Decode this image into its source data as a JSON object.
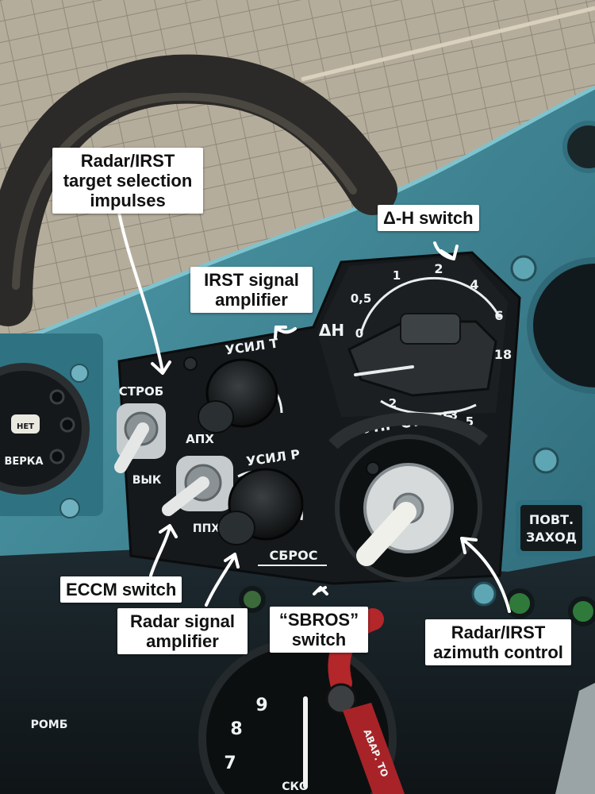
{
  "panel": {
    "strob": "СТРОБ",
    "vyk": "ВЫК",
    "apkh": "АПХ",
    "ppkh": "ППХ",
    "usil_t": "УСИЛ Т",
    "usil_r": "УСИЛ Р",
    "sbros": "СБРОС",
    "upr_strob": "УПР СТРОБ",
    "dh": "ΔН",
    "dh_scale": [
      "0",
      "0,5",
      "1",
      "2",
      "4",
      "6",
      "18"
    ],
    "dh_lower": [
      "2",
      "3",
      "5"
    ],
    "povt_1": "ПОВТ.",
    "povt_2": "ЗАХОД",
    "net": "НЕТ",
    "verka": "ВЕРКА",
    "romb": "РОМБ",
    "avar": "АВАР. ТО",
    "gauge_nums": [
      "9",
      "8",
      "7"
    ],
    "gauge_label": "СКО"
  },
  "callouts": {
    "radar_irst_selection": [
      "Radar/IRST",
      "target selection",
      "impulses"
    ],
    "dh_switch": [
      "Δ-H switch"
    ],
    "irst_amp": [
      "IRST signal",
      "amplifier"
    ],
    "eccm": [
      "ECCM switch"
    ],
    "radar_amp": [
      "Radar signal",
      "amplifier"
    ],
    "sbros": [
      "“SBROS”",
      "switch"
    ],
    "azimuth": [
      "Radar/IRST",
      "azimuth control"
    ]
  },
  "colors": {
    "callout_bg": "#ffffff",
    "callout_text": "#111111",
    "panel_black": "#16191b",
    "cockpit_blue": "#3f8596",
    "runway": "#b3aa98"
  }
}
